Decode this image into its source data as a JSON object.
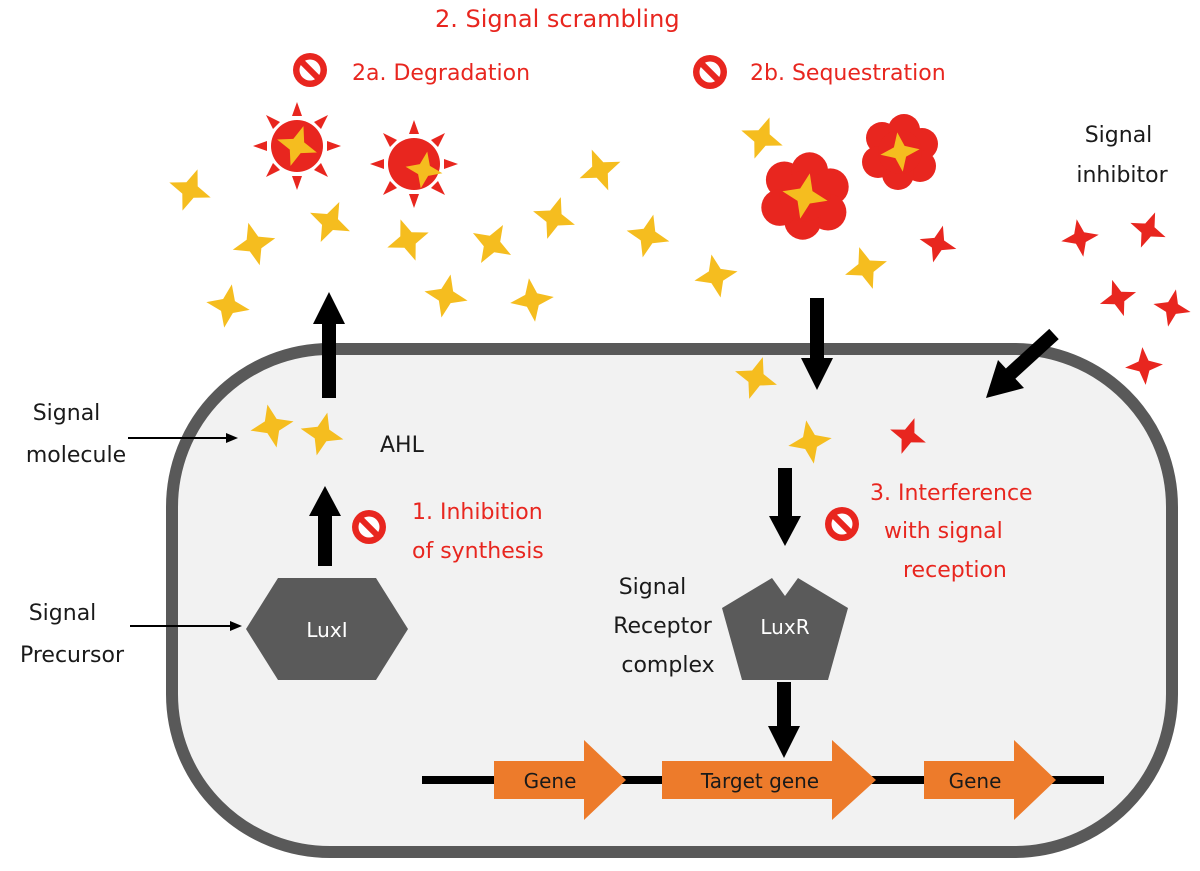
{
  "title": "2. Signal scrambling",
  "degradation": "2a. Degradation",
  "sequestration": "2b. Sequestration",
  "signal_inhibitor": [
    "Signal",
    "inhibitor"
  ],
  "signal_molecule": [
    "Signal",
    "molecule"
  ],
  "signal_precursor": [
    "Signal",
    "Precursor"
  ],
  "ahl": "AHL",
  "inhibition_synthesis": [
    "1. Inhibition",
    "of synthesis"
  ],
  "interference": [
    "3. Interference",
    "with signal",
    "reception"
  ],
  "receptor_complex": [
    "Signal",
    "Receptor",
    "complex"
  ],
  "luxi": "LuxI",
  "luxr": "LuxR",
  "genes": [
    "Gene",
    "Target gene",
    "Gene"
  ],
  "colors": {
    "signal_star": "#f5bd1f",
    "inhibitor_star": "#e8261f",
    "gene_arrow": "#ed7b2b",
    "protein": "#5a5a5a",
    "cell_fill": "#f2f2f2",
    "cell_border": "#595959",
    "label_red": "#e8261f"
  },
  "icons": [
    "no-symbol-icon",
    "degradation-burst-icon",
    "sequestration-cloud-icon",
    "star-icon"
  ]
}
